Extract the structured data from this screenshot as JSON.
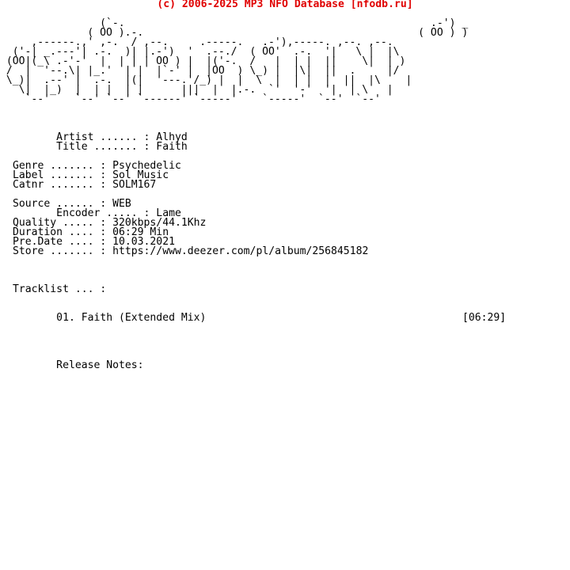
{
  "header": {
    "text": "(c) 2006-2025 MP3 NFO Database [nfodb.ru]",
    "color": "#e00000"
  },
  "logo_art": "                (`-.                                                 .-') _\n              ( OO ).-.                                            ( OO ) )\n     ,------.,' ,-.  / ,--.     .-----.   .-'),-----. ,--. ,--. \n  ('-| _.---'| .-.  )| |.-')  '  .--./  ( OO'  .-.  '|   \\ |  |\\\n (OO|(_\\ .-'-'  |  | | | OO ) |  |('-.  /   |  | |  ||    \\|  | )\n /  |  '--.\\| |_.'  | |  |`-' |  |OO  ) \\_) |  |\\|  ||  .     |/\n \\_)|  .--' |  .-.  |(|  '---.'/_) |  |  \\  |  | |  |  ||  |\\    |\n   \\|  |_)  |  | |  | |      |||  |  |.-.  `'  '-'  '|  | \\   |\n    `--'    `--' `--' `------' `-----'    `-----'  `--'  `--'",
  "info": {
    "artist_line": "       Artist ...... : Alhyd",
    "title_line": "       Title ....... : Faith",
    "genre_line": "Genre ....... : Psychedelic",
    "label_line": "Label ....... : Sol Music",
    "catnr_line": "Catnr ....... : SOLM167",
    "source_line": "Source ...... : WEB",
    "encoder_line": "       Encoder ..... : Lame",
    "quality_line": "Quality ..... : 320kbps/44.1Khz",
    "duration_line": "Duration .... : 06:29 Min",
    "predate_line": "Pre.Date .... : 10.03.2021",
    "store_line": "Store ....... : https://www.deezer.com/pl/album/256845182"
  },
  "tracklist": {
    "heading": "Tracklist ... :",
    "tracks": [
      {
        "title": "       01. Faith (Extended Mix)",
        "length": "[06:29]"
      }
    ]
  },
  "release_notes": {
    "heading": "       Release Notes:"
  }
}
